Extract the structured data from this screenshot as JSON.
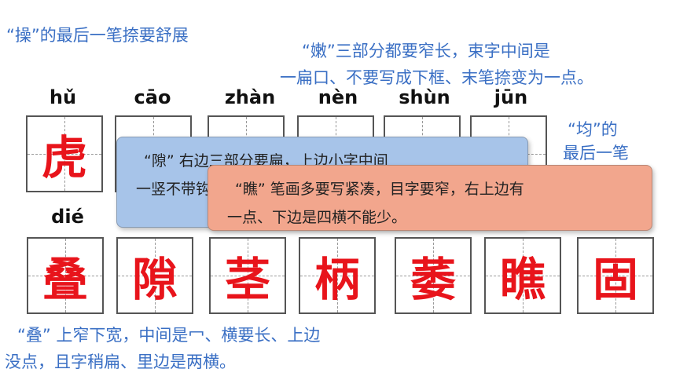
{
  "notes": {
    "cao": "“操”的最后一笔捺要舒展",
    "nen_line1": "“嫩”三部分都要窄长，束字中间是",
    "nen_line2": "一扁口、不要写成下框、末笔捺变为一点。",
    "jun_line1": "“均”的",
    "jun_line2": "最后一笔",
    "die_line1": "“叠” 上窄下宽，中间是冖、横要长、上边",
    "die_line2": "没点，且字稍扁、里边是两横。"
  },
  "row1": {
    "pinyin": [
      "hǔ",
      "cāo",
      "zhàn",
      "nèn",
      "shùn",
      "jūn"
    ],
    "chars": [
      "虎",
      "",
      "",
      "",
      "",
      ""
    ]
  },
  "row2": {
    "pinyin": [
      "dié"
    ],
    "chars": [
      "叠",
      "隙",
      "茎",
      "柄",
      "萎",
      "瞧",
      "固"
    ]
  },
  "popups": {
    "xi_line1": "“隙” 右边三部分要扁，上边小字中间",
    "xi_line2": "一竖不带钩",
    "qiao_line1": "“瞧” 笔画多要写紧凑，目字要窄，右上边有",
    "qiao_line2": "一点、下边是四横不能少。"
  }
}
